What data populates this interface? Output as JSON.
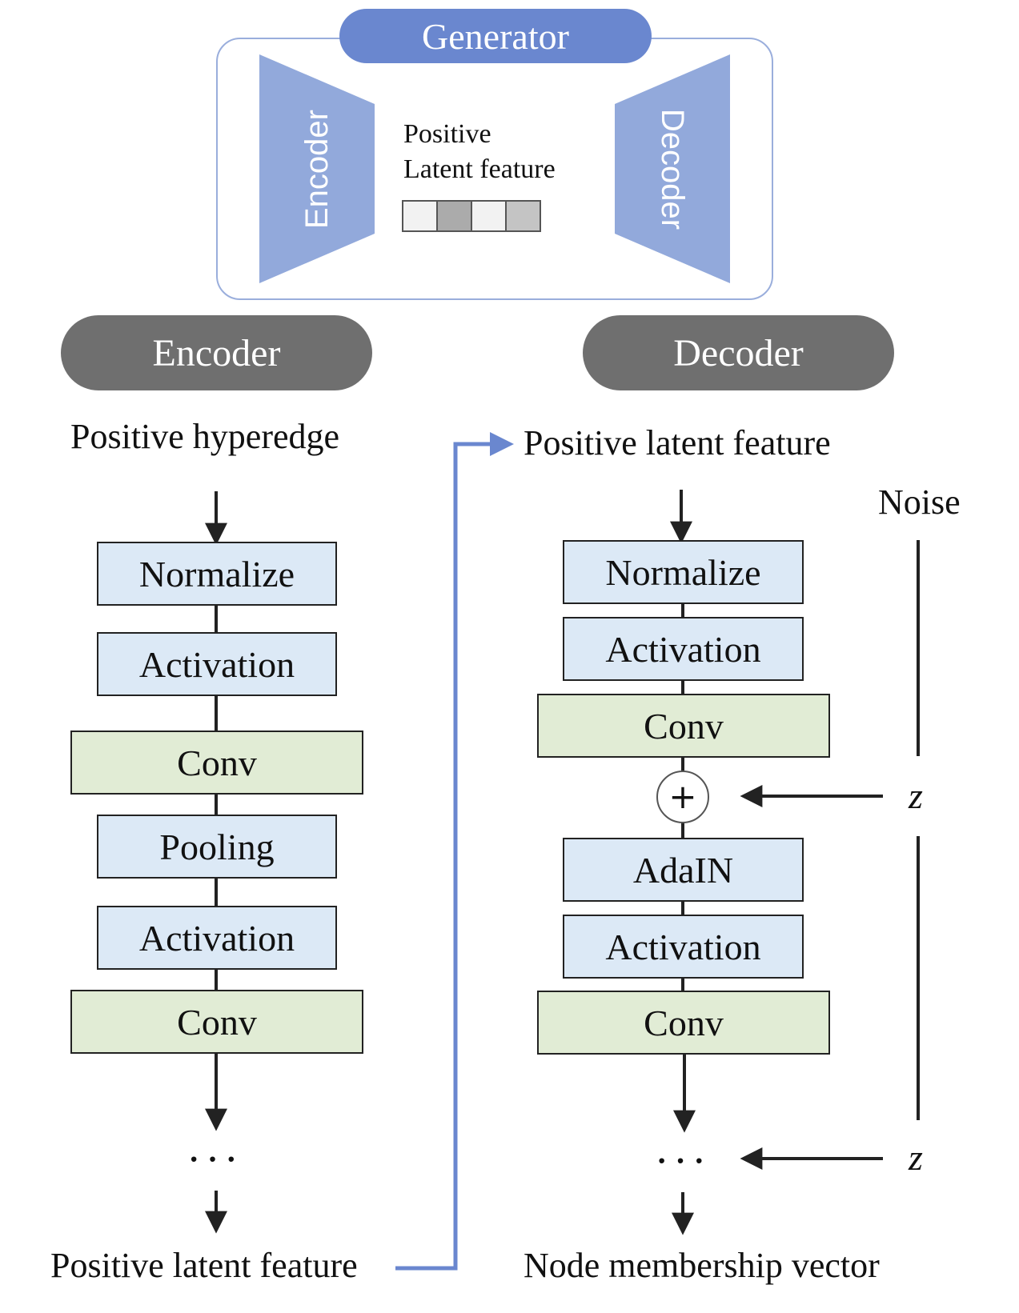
{
  "generator": {
    "title": "Generator",
    "encoder_label": "Encoder",
    "decoder_label": "Decoder",
    "latent_line1": "Positive",
    "latent_line2": "Latent feature",
    "latent_cells": [
      "#f2f2f2",
      "#ababab",
      "#f2f2f2",
      "#c4c4c4"
    ]
  },
  "encoder": {
    "title": "Encoder",
    "input": "Positive hyperedge",
    "blocks": [
      "Normalize",
      "Activation",
      "Conv",
      "Pooling",
      "Activation",
      "Conv"
    ],
    "ellipsis": "···",
    "output": "Positive latent feature"
  },
  "decoder": {
    "title": "Decoder",
    "input": "Positive latent feature",
    "noise_label": "Noise",
    "blocks": [
      "Normalize",
      "Activation",
      "Conv",
      "AdaIN",
      "Activation",
      "Conv"
    ],
    "plus": "+",
    "z_label": "z",
    "ellipsis": "···",
    "output": "Node membership vector"
  },
  "colors": {
    "generator_accent": "#6a87cf",
    "trapezoid": "#92a9db",
    "pill_gray": "#6f6f6f",
    "block_blue": "#dce9f6",
    "block_green": "#e1ecd5",
    "link_blue": "#6a87cf"
  }
}
